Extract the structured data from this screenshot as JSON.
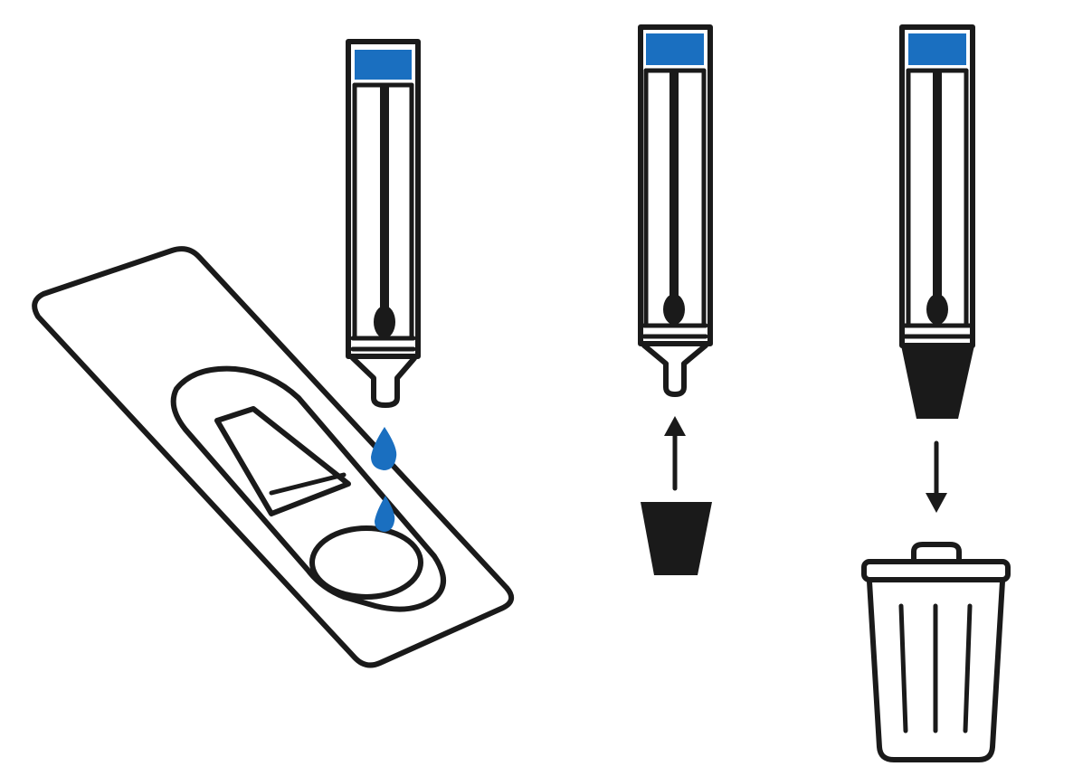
{
  "diagram": {
    "steps": [
      "apply-drops-to-test-cassette",
      "attach-nozzle-cap",
      "discard-tube"
    ],
    "colors": {
      "cap": "#1a6fc0",
      "drop": "#1a6fc0",
      "stroke": "#1a1a1a"
    }
  }
}
